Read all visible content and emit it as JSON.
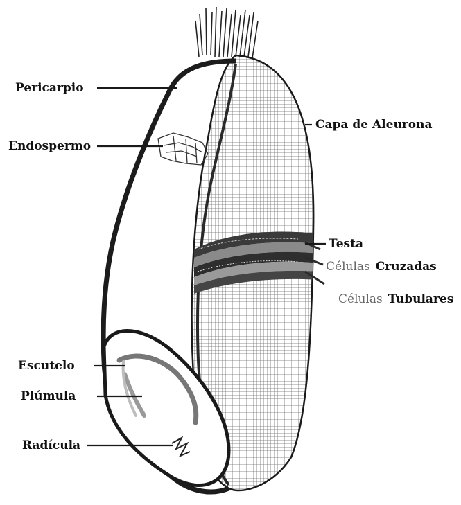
{
  "labels": {
    "pericarpio": "Pericarpio",
    "endospermo": "Endospermo",
    "capa_aleurona": "Capa de Aleurona",
    "testa": "Testa",
    "celulas_cruzadas_prefix": "Células",
    "celulas_cruzadas_bold": "Cruzadas",
    "celulas_tubulares_prefix": "Células",
    "celulas_tubulares_bold": "Tubulares",
    "escutelo": "Escutelo",
    "plumula": "Plúmula",
    "radicula": "Radícula"
  }
}
